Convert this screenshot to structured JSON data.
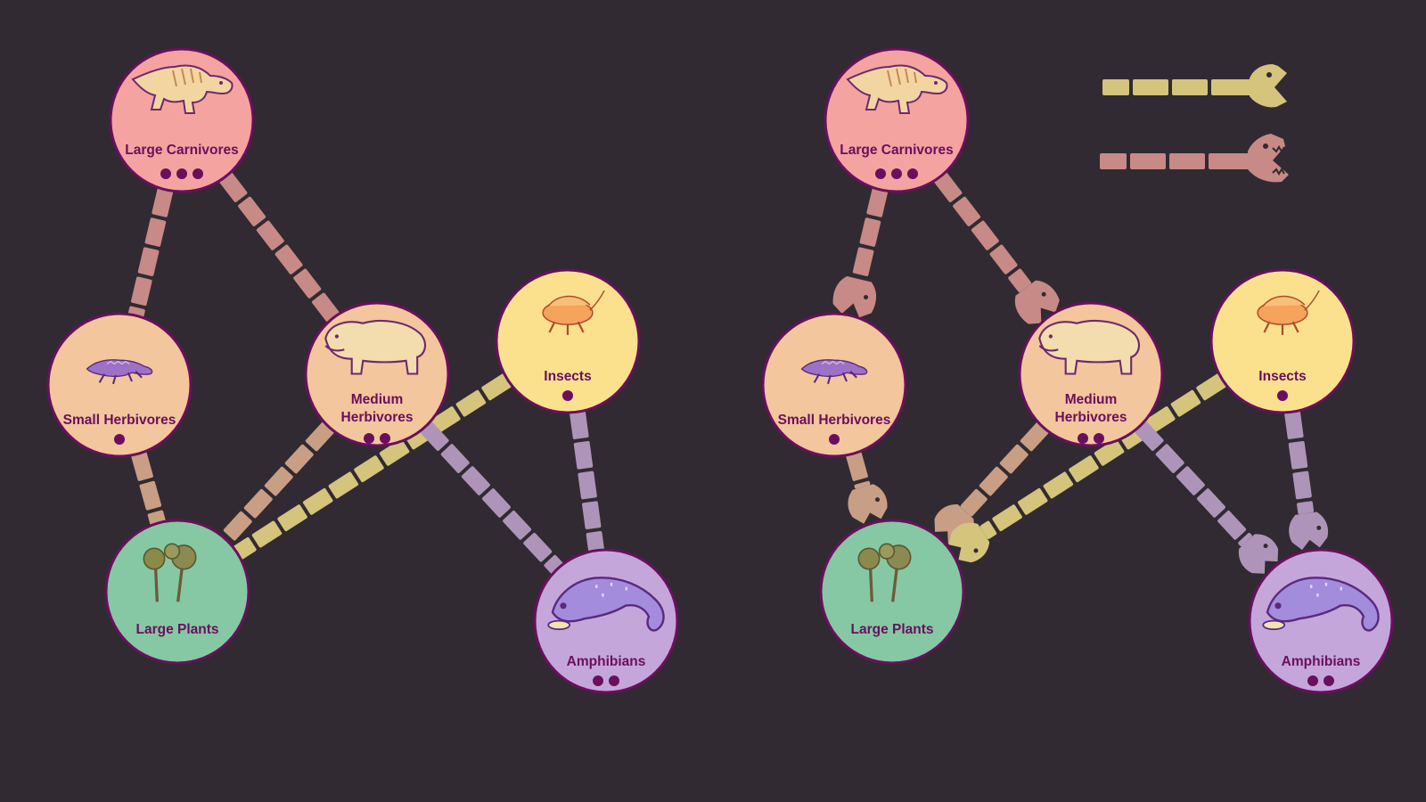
{
  "colors": {
    "background": "#312a32",
    "outline": "#6a0f5e",
    "label": "#6a0f5e",
    "carnivore": "#f4a3a0",
    "herbivore": "#f3c69d",
    "insect": "#fbe18e",
    "plant": "#86c8a4",
    "amphibian": "#c5a6da",
    "link_carnivore": "#c78a86",
    "link_herbivore": "#c89e84",
    "link_insect": "#d4c47c",
    "link_amphibian": "#ae94b8"
  },
  "nodes": {
    "large_carnivores": {
      "label": "Large Carnivores",
      "dots": 3,
      "icon": "theropod-icon"
    },
    "small_herbivores": {
      "label": "Small Herbivores",
      "dots": 1,
      "icon": "lizard-icon"
    },
    "medium_herbivores": {
      "label_line1": "Medium",
      "label_line2": "Herbivores",
      "dots": 2,
      "icon": "hippo-icon"
    },
    "insects": {
      "label": "Insects",
      "dots": 1,
      "icon": "beetle-icon"
    },
    "large_plants": {
      "label": "Large Plants",
      "dots": 0,
      "icon": "tree-icon"
    },
    "amphibians": {
      "label": "Amphibians",
      "dots": 2,
      "icon": "salamander-icon"
    }
  },
  "food_web_edges": [
    [
      "large_carnivores",
      "small_herbivores"
    ],
    [
      "large_carnivores",
      "medium_herbivores"
    ],
    [
      "small_herbivores",
      "large_plants"
    ],
    [
      "medium_herbivores",
      "large_plants"
    ],
    [
      "insects",
      "large_plants"
    ],
    [
      "medium_herbivores",
      "amphibians"
    ],
    [
      "insects",
      "amphibians"
    ]
  ],
  "legend": [
    {
      "kind": "herbivore-link",
      "icon": "herbivore-head-icon"
    },
    {
      "kind": "carnivore-link",
      "icon": "carnivore-head-icon"
    }
  ]
}
